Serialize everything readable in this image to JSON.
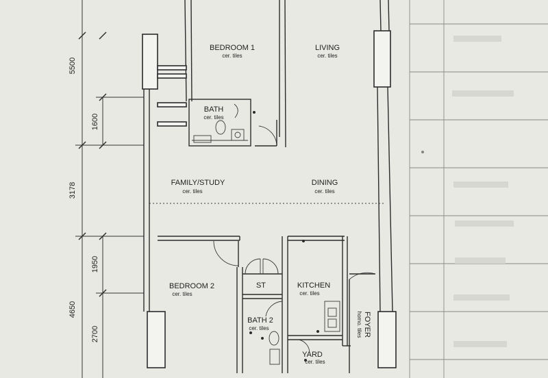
{
  "dimensions": {
    "outer_top": "5500",
    "outer_bottom": "4650",
    "inner_top": "1600",
    "middle": "3178",
    "inner_mid": "1950",
    "inner_bottom": "2700"
  },
  "rooms": {
    "bedroom1": {
      "name": "BEDROOM 1",
      "finish": "cer. tiles"
    },
    "living": {
      "name": "LIVING",
      "finish": "cer. tiles"
    },
    "bath": {
      "name": "BATH",
      "finish": "cer. tiles"
    },
    "family": {
      "name": "FAMILY/STUDY",
      "finish": "cer. tiles"
    },
    "dining": {
      "name": "DINING",
      "finish": "cer. tiles"
    },
    "bedroom2": {
      "name": "BEDROOM 2",
      "finish": "cer. tiles"
    },
    "st": {
      "name": "ST"
    },
    "kitchen": {
      "name": "KITCHEN",
      "finish": "cer. tiles"
    },
    "bath2": {
      "name": "BATH 2",
      "finish": "cer. tiles"
    },
    "yard": {
      "name": "YARD",
      "finish": "cer. tiles"
    },
    "foyer": {
      "name": "FOYER",
      "finish": "homo. tiles"
    }
  }
}
